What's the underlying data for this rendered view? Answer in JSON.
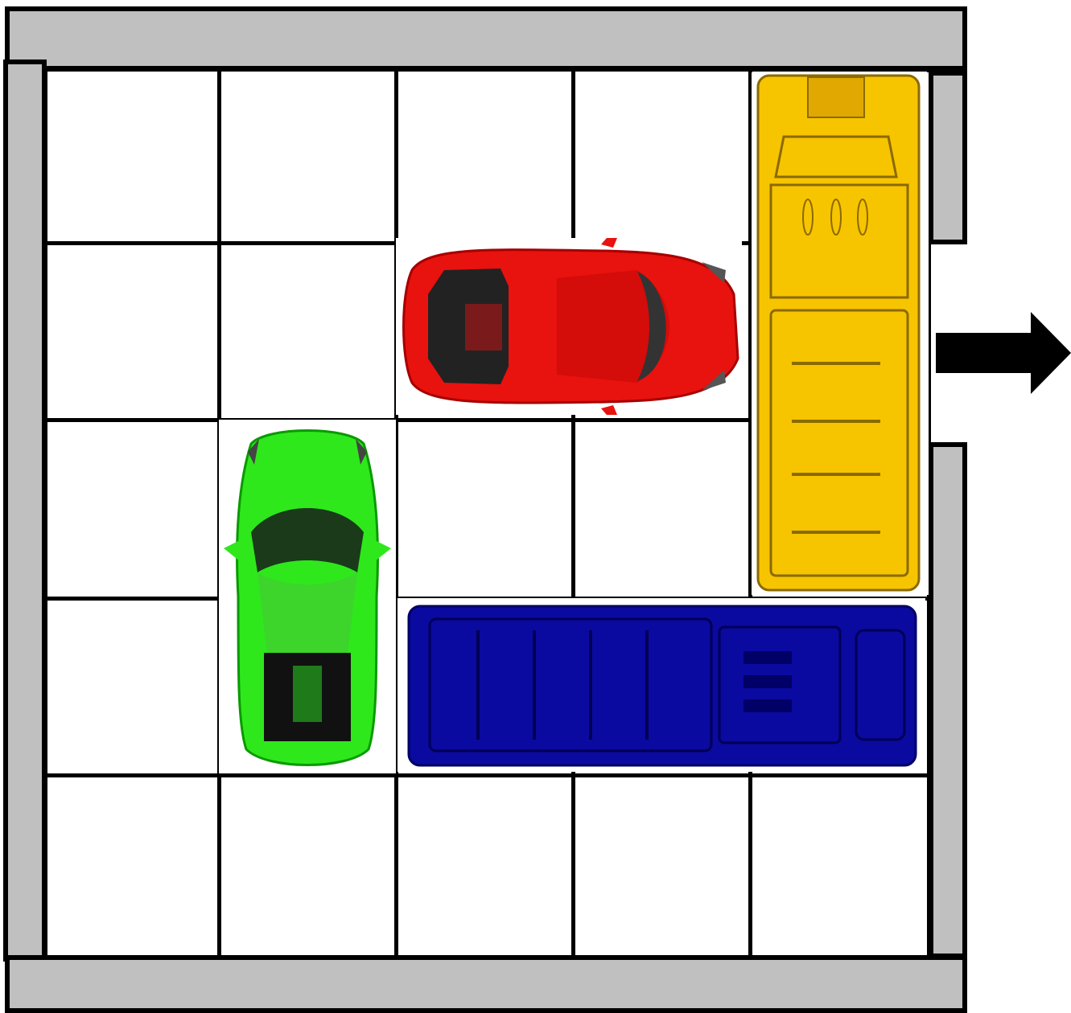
{
  "board": {
    "grid_size": [
      5,
      5
    ],
    "exit": {
      "side": "right",
      "row": 2,
      "icon": "exit-arrow-icon"
    }
  },
  "colors": {
    "wall": "#c0c0c0",
    "grid_line": "#000000",
    "cell": "#ffffff"
  },
  "vehicles": [
    {
      "id": "red-car",
      "color": "#e8120f",
      "orientation": "horizontal",
      "row": 2,
      "col": 3,
      "length": 2,
      "icon": "red-sports-car-icon"
    },
    {
      "id": "green-car",
      "color": "#2ee81c",
      "orientation": "vertical",
      "row": 3,
      "col": 2,
      "length": 2,
      "icon": "green-sports-car-icon"
    },
    {
      "id": "yellow-truck",
      "color": "#f7c400",
      "orientation": "vertical",
      "row": 1,
      "col": 5,
      "length": 3,
      "icon": "yellow-truck-icon"
    },
    {
      "id": "blue-truck",
      "color": "#0a0aa0",
      "orientation": "horizontal",
      "row": 4,
      "col": 3,
      "length": 3,
      "icon": "blue-truck-icon"
    }
  ]
}
